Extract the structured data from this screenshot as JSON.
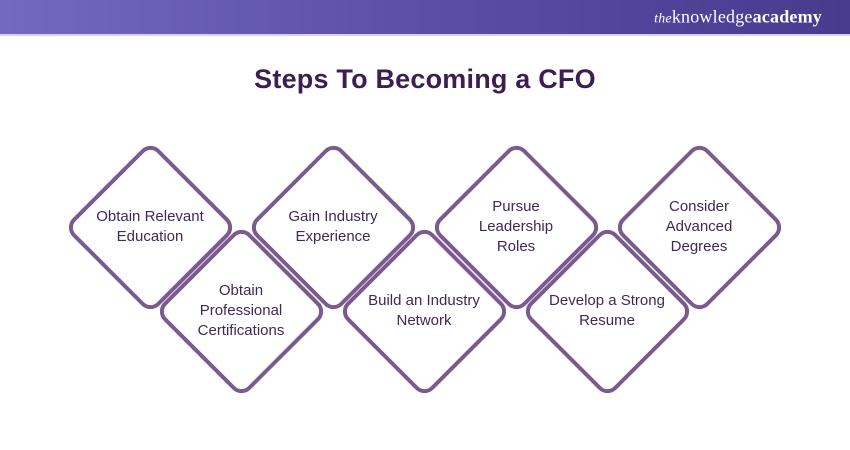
{
  "header": {
    "logo": {
      "the": "the",
      "knowledge": "knowledge",
      "academy": "academy"
    }
  },
  "title": "Steps To Becoming a CFO",
  "steps": [
    {
      "label": "Obtain Relevant\nEducation"
    },
    {
      "label": "Gain Industry\nExperience"
    },
    {
      "label": "Pursue\nLeadership\nRoles"
    },
    {
      "label": "Consider\nAdvanced\nDegrees"
    },
    {
      "label": "Obtain\nProfessional\nCertifications"
    },
    {
      "label": "Build an Industry\nNetwork"
    },
    {
      "label": "Develop a Strong\nResume"
    }
  ],
  "colors": {
    "header_gradient_start": "#7468c1",
    "header_gradient_end": "#483a8d",
    "header_divider": "#d8d3ec",
    "title_text": "#3d1e52",
    "diamond_stroke": "#7b5a90",
    "diamond_text": "#3f2a54",
    "logo_text": "#ffffff"
  }
}
